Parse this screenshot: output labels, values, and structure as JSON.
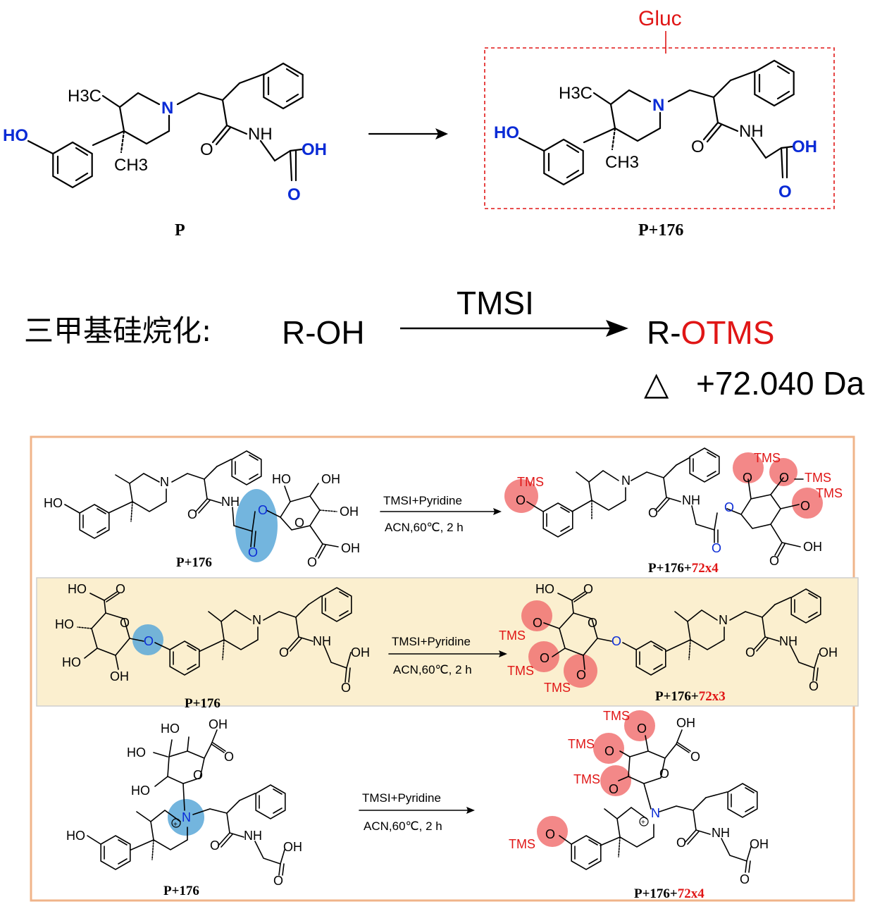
{
  "top": {
    "reactant_label": "P",
    "product_label": "P+176",
    "gluc_label": "Gluc",
    "atoms": {
      "ho": "HO",
      "h3c": "H3C",
      "ch3": "CH3",
      "n": "N",
      "o": "O",
      "nh": "NH",
      "oh": "OH"
    }
  },
  "reaction": {
    "label_cn": "三甲基硅烷化:",
    "reactant": "R-OH",
    "reagent": "TMSI",
    "product_prefix": "R-",
    "product_red": "OTMS",
    "delta_symbol": "△",
    "delta_value": "+72.040 Da"
  },
  "panel": {
    "conditions_line1": "TMSI+Pyridine",
    "conditions_line2": "ACN,60℃, 2 h",
    "rows": [
      {
        "left_label": "P+176",
        "right_label_prefix": "P+176+",
        "right_label_red": "72x4"
      },
      {
        "left_label": "P+176",
        "right_label_prefix": "P+176+",
        "right_label_red": "72x3"
      },
      {
        "left_label": "P+176",
        "right_label_prefix": "P+176+",
        "right_label_red": "72x4"
      }
    ],
    "tms": "TMS",
    "charge": "+"
  },
  "colors": {
    "accent_red": "#e01616",
    "hetero_blue": "#0a2bd6",
    "panel_border": "#f0b48a",
    "highlight_band": "#fbefcf",
    "blue_highlight": "#5aa8d8",
    "red_highlight": "#f06a6a"
  }
}
